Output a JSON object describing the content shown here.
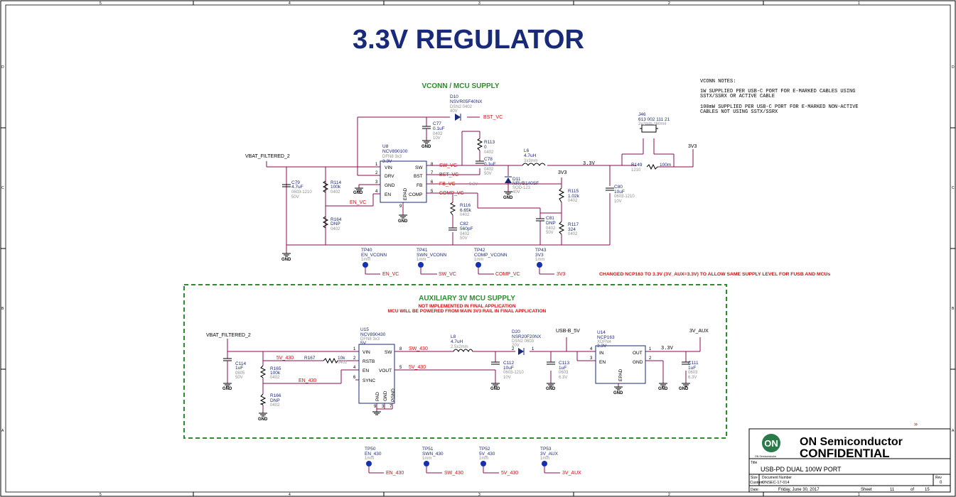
{
  "border": {
    "zones_top": [
      "5",
      "4",
      "3",
      "2",
      "1"
    ],
    "zones_bottom": [
      "5",
      "4",
      "3",
      "2",
      "1"
    ],
    "zones_left": [
      "D",
      "C",
      "B",
      "A"
    ],
    "zones_right": [
      "D",
      "C",
      "B",
      "A"
    ]
  },
  "title": "3.3V REGULATOR",
  "sections": {
    "vconn_title": "VCONN / MCU SUPPLY",
    "aux_title": "AUXILIARY 3V MCU SUPPLY",
    "aux_note1": "NOT IMPLEMENTED IN FINAL APPLICATION",
    "aux_note2": "MCU WILL BE POWERED FROM MAIN 3V3 RAIL IN FINAL APPLICATION",
    "change_note": "CHANGED NCP163 TO 3.3V (3V_AUX=3.3V) TO ALLOW SAME SUPPLY LEVEL FOR FUSB AND MCUs"
  },
  "notes": {
    "heading": "VCONN NOTES:",
    "line1": "1W SUPPLIED PER USB-C PORT FOR E-MARKED CABLES USING",
    "line2": "SSTX/SSRX OR ACTIVE CABLE",
    "line3": "100mW SUPPLIED PER USB-C PORT FOR E-MARKED NON-ACTIVE",
    "line4": "CABLES NOT USING SSTX/SSRX"
  },
  "nets": {
    "vbat1": "VBAT_FILTERED_2",
    "vbat2": "VBAT_FILTERED_2",
    "bst_vc": "BST_VC",
    "sw_vc": "SW_VC",
    "bst_vc2": "BST_VC",
    "fb_vc": "FB_VC",
    "comp_vc": "COMP_VC",
    "en_vc": "EN_VC",
    "v33": "3.3V",
    "v3v3": "3V3",
    "v3v3b": "3V3",
    "gnd": "GND",
    "sw_430": "SW_430",
    "sw_430b": "5V_430",
    "v5_430": "5V_430",
    "en_430": "EN_430",
    "usb5v": "USB-B_5V",
    "v3aux": "3V_AUX",
    "v33b": "3.3V",
    "fbval": "0.8V"
  },
  "components": {
    "d10": {
      "ref": "D10",
      "part": "NSVR05F40NX",
      "pkg": "DSN2 0402",
      "v": "40V"
    },
    "c77": {
      "ref": "C77",
      "val": "0.1uF",
      "pkg": "0402",
      "v": "10V"
    },
    "r113": {
      "ref": "R113",
      "val": "0",
      "pkg": "0402"
    },
    "c78": {
      "ref": "C78",
      "val": "0.1uF",
      "pkg": "0402",
      "v": "50V"
    },
    "l6": {
      "ref": "L6",
      "val": "4.7uH",
      "pkg": "3x3mm"
    },
    "d11": {
      "ref": "D11",
      "part": "NRVB140SF",
      "pkg": "SOD-123",
      "v": "40V"
    },
    "u8": {
      "ref": "U8",
      "part": "NCV890100",
      "pkg": "DFN8 3x3",
      "v": "3.3V",
      "pins_l": [
        "VIN",
        "DRV",
        "GND",
        "EN"
      ],
      "pins_r": [
        "SW",
        "BST",
        "FB",
        "COMP"
      ],
      "epad": "EPAD",
      "nums_l": [
        "1",
        "2",
        "3",
        "4"
      ],
      "nums_r": [
        "8",
        "7",
        "6",
        "5"
      ],
      "num_b": "9"
    },
    "c79": {
      "ref": "C79",
      "val": "4.7uF",
      "pkg": "0603-1210",
      "v": "50V"
    },
    "r114": {
      "ref": "R114",
      "val": "100k",
      "pkg": "0402"
    },
    "r164": {
      "ref": "R164",
      "val": "DNP",
      "pkg": "0402"
    },
    "r116": {
      "ref": "R116",
      "val": "6.65k",
      "pkg": "0402"
    },
    "c82": {
      "ref": "C82",
      "val": "560pF",
      "pkg": "0402",
      "v": "50V"
    },
    "r115": {
      "ref": "R115",
      "val": "1.02k",
      "pkg": "0402"
    },
    "c81": {
      "ref": "C81",
      "val": "DNP",
      "pkg": "0402",
      "v": "50V"
    },
    "r117": {
      "ref": "R117",
      "val": "324",
      "pkg": "0402"
    },
    "c80": {
      "ref": "C80",
      "val": "10uF",
      "pkg": "0603-1210",
      "v": "10V"
    },
    "j46": {
      "ref": "J46",
      "part": "613 002 111 21",
      "pkg": "2x2mm 160mil"
    },
    "r149": {
      "ref": "R149",
      "pkg": "1210",
      "val": "100m"
    },
    "u15": {
      "ref": "U15",
      "part": "NCV890430",
      "pkg": "DFN8 3x3",
      "v": "5V",
      "pins_l": [
        "VIN",
        "RSTB",
        "EN",
        "SYNC"
      ],
      "pins_r": [
        "SW",
        "VOUT"
      ],
      "pins_b": [
        "PAD",
        "GND",
        "PGND"
      ],
      "nums_l": [
        "1",
        "2",
        "4",
        "6"
      ],
      "nums_r": [
        "8",
        "5"
      ],
      "nums_b": [
        "9",
        "3",
        "7"
      ]
    },
    "c114": {
      "ref": "C114",
      "val": "1uF",
      "pkg": "0805",
      "v": "50V"
    },
    "r165": {
      "ref": "R165",
      "val": "100k",
      "pkg": "0402"
    },
    "r166": {
      "ref": "R166",
      "val": "DNP",
      "pkg": "0402"
    },
    "r167": {
      "ref": "R167",
      "val": "10k",
      "pkg": "0402"
    },
    "l8": {
      "ref": "L8",
      "val": "4.7uH",
      "pkg": "2.5x2mm"
    },
    "d20": {
      "ref": "D20",
      "part": "NSR20F20NX",
      "pkg": "DSN2 0603",
      "v": "20V"
    },
    "c112": {
      "ref": "C112",
      "val": "10uF",
      "pkg": "0603-1210",
      "v": "10V"
    },
    "c113": {
      "ref": "C113",
      "val": "1uF",
      "pkg": "0603",
      "v": "6.3V"
    },
    "u14": {
      "ref": "U14",
      "part": "NCP163",
      "pkg": "XDFN4",
      "v": "3.3V",
      "pins_l": [
        "IN",
        "EN"
      ],
      "pins_r": [
        "OUT",
        "GND"
      ],
      "epad": "EPAD",
      "nums_l": [
        "4",
        "3"
      ],
      "nums_r": [
        "1",
        "2"
      ],
      "num_b": "5"
    },
    "c111": {
      "ref": "C111",
      "val": "1uF",
      "pkg": "0603",
      "v": "6.3V"
    }
  },
  "testpoints": [
    {
      "ref": "TP40",
      "name": "EN_VCONN",
      "pkg": "1mm",
      "net": "EN_VC"
    },
    {
      "ref": "TP41",
      "name": "SWN_VCONN",
      "pkg": "1mm",
      "net": "SW_VC"
    },
    {
      "ref": "TP42",
      "name": "COMP_VCONN",
      "pkg": "1mm",
      "net": "COMP_VC"
    },
    {
      "ref": "TP43",
      "name": "3V3",
      "pkg": "1mm",
      "net": "3V3"
    },
    {
      "ref": "TP50",
      "name": "EN_430",
      "pkg": "1mm",
      "net": "EN_430"
    },
    {
      "ref": "TP51",
      "name": "SWN_430",
      "pkg": "1mm",
      "net": "SW_430"
    },
    {
      "ref": "TP52",
      "name": "5V_430",
      "pkg": "1mm",
      "net": "5V_430"
    },
    {
      "ref": "TP53",
      "name": "3V_AUX",
      "pkg": "1mm",
      "net": "3V_AUX"
    }
  ],
  "titleblock": {
    "logo": "ON",
    "logo_sub": "ON Semiconductor",
    "company": "ON Semiconductor",
    "confidential": "CONFIDENTIAL",
    "title_label": "Title",
    "title": "USB-PD DUAL 100W PORT",
    "size_label": "Size",
    "size": "Custom",
    "docnum_label": "Document Number",
    "docnum": "ONSEC-17-014",
    "rev_label": "Rev",
    "rev": "0",
    "date_label": "Date:",
    "date": "Friday, June 30, 2017",
    "sheet_label": "Sheet",
    "sheet": "11",
    "of_label": "of",
    "total": "15"
  },
  "colors": {
    "wire": "#8b0a50",
    "title": "#1a2a7a",
    "section": "#2e8b2e",
    "red": "#d01010",
    "part": "#1a2a7a",
    "grey": "#909090",
    "tp": "#1530b0"
  }
}
